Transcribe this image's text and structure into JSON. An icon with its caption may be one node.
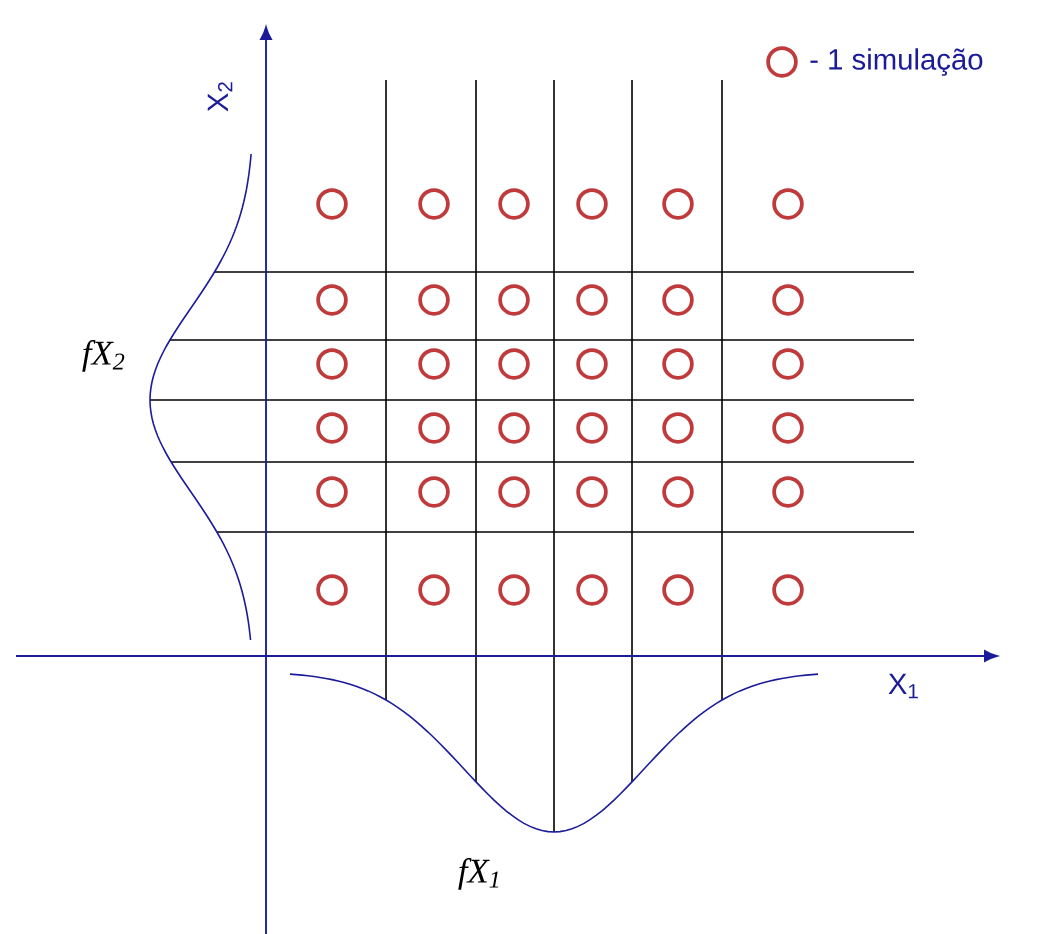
{
  "diagram": {
    "labels": [
      "X$_{2}$",
      "fX$_{2}$",
      "X$_{1}$",
      "fX$_{1}$"
    ],
    "legend": [
      {
        "text": "- 1 simulação"
      }
    ]
  }
}
